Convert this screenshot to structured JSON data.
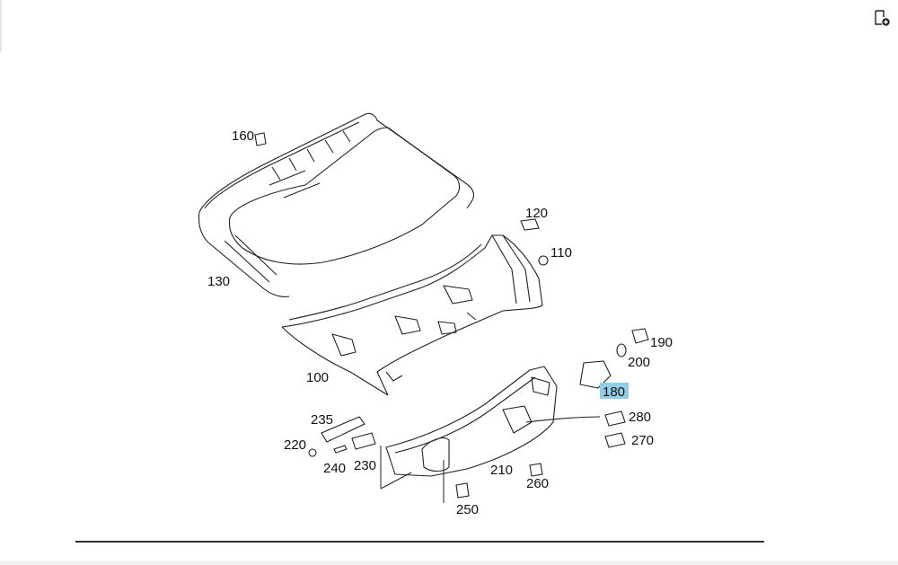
{
  "colors": {
    "highlight": "#93cde6",
    "line": "#222222",
    "rule": "#333333"
  },
  "toolbar": {
    "icon": "document-add-icon"
  },
  "parts": {
    "p160": "160",
    "p130": "130",
    "p120": "120",
    "p110": "110",
    "p100": "100",
    "p190": "190",
    "p200": "200",
    "p180": "180",
    "p280": "280",
    "p270": "270",
    "p235": "235",
    "p220": "220",
    "p240": "240",
    "p230": "230",
    "p210": "210",
    "p260": "260",
    "p250": "250"
  },
  "selected_part": "180"
}
